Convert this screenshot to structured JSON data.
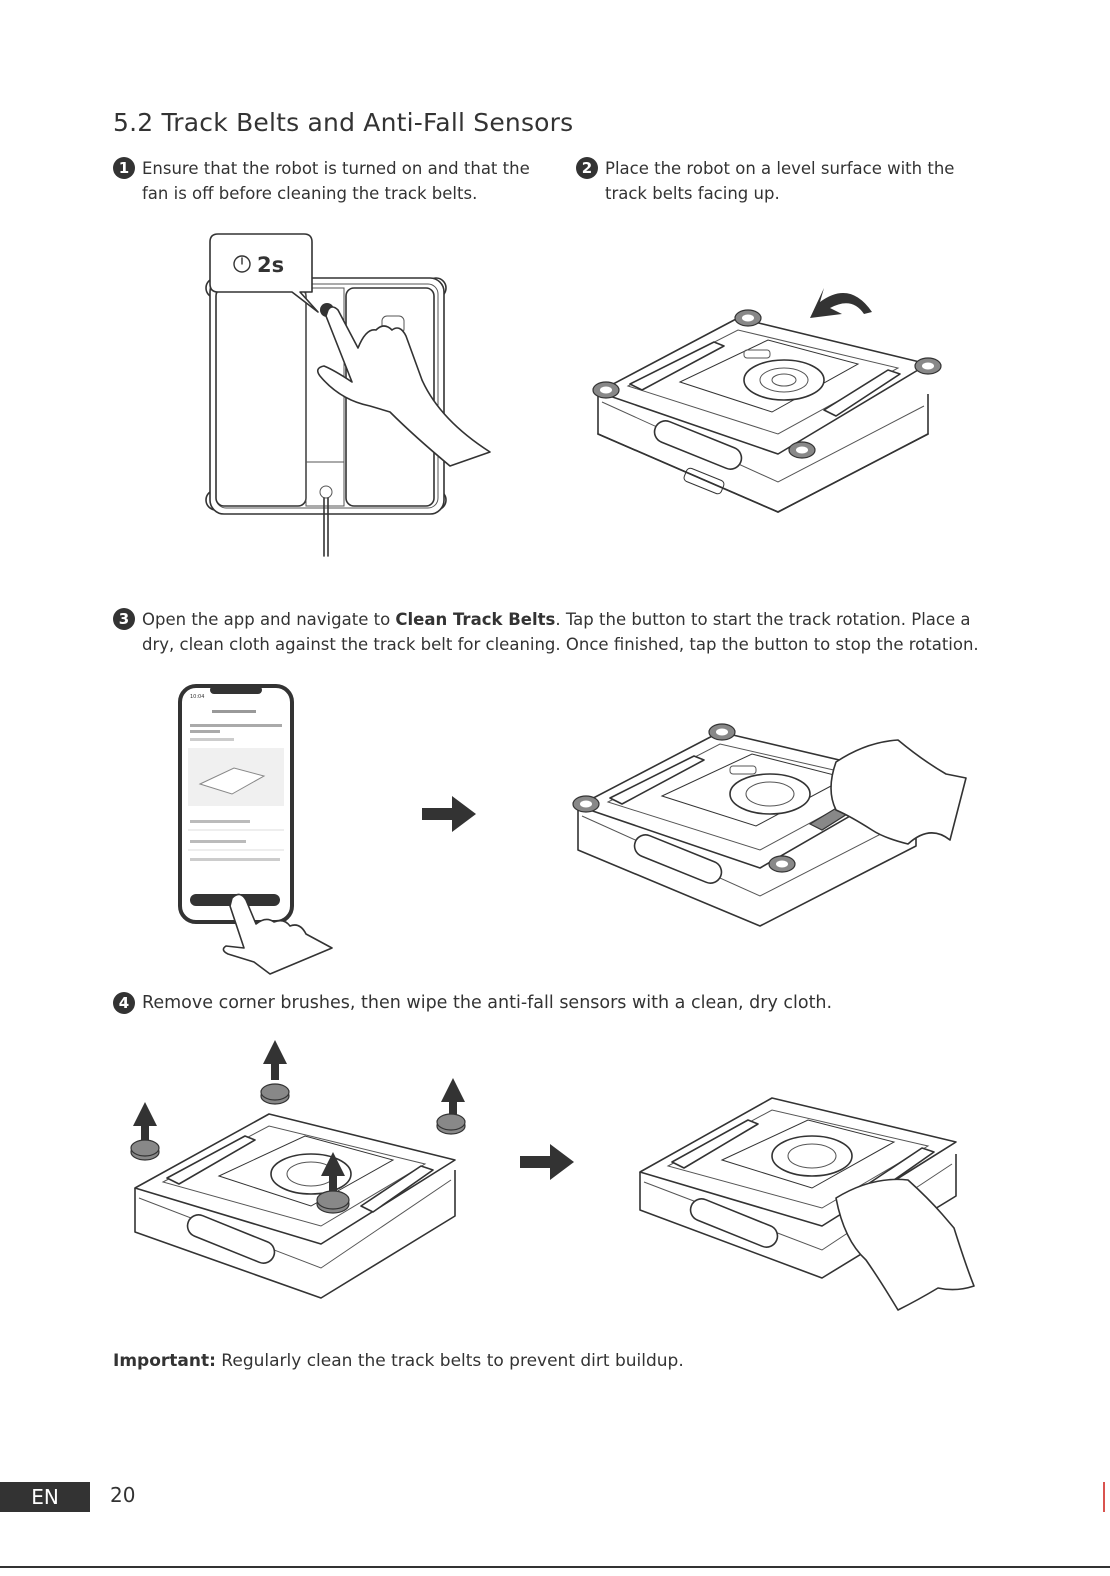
{
  "section": {
    "title": "5.2 Track Belts and Anti-Fall Sensors"
  },
  "steps": [
    {
      "number": "1",
      "text": "Ensure that the robot is turned on and that the fan is off before cleaning the track belts."
    },
    {
      "number": "2",
      "text": "Place the robot on a level surface with the track belts facing up."
    },
    {
      "number": "3",
      "text_before": "Open the app and navigate to ",
      "bold": "Clean Track Belts",
      "text_after": ". Tap the button to start the track rotation. Place a dry, clean cloth against the track belt for cleaning. Once finished, tap the button to stop the rotation."
    },
    {
      "number": "4",
      "text": "Remove corner brushes, then wipe the anti-fall sensors with a clean, dry cloth."
    }
  ],
  "illustration": {
    "press_duration": "2s",
    "phone_time": "10:04"
  },
  "important": {
    "label": "Important:",
    "text": " Regularly clean the track belts to prevent dirt buildup."
  },
  "footer": {
    "language": "EN",
    "page": "20"
  },
  "icons": [
    "power-icon",
    "rotate-arrow-icon",
    "right-arrow-icon",
    "up-arrow-icon",
    "hand-icon",
    "cloth-icon"
  ]
}
